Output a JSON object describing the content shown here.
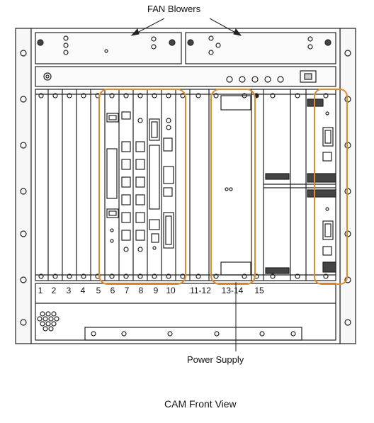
{
  "diagram": {
    "label_fan": "FAN Blowers",
    "label_power": "Power Supply",
    "caption": "CAM Front View",
    "slot_numbers": [
      "1",
      "2",
      "3",
      "4",
      "5",
      "6",
      "7",
      "8",
      "9",
      "10",
      "11-12",
      "13-14",
      "15"
    ],
    "highlight_color": "#e08a2a",
    "line_color": "#222222"
  }
}
